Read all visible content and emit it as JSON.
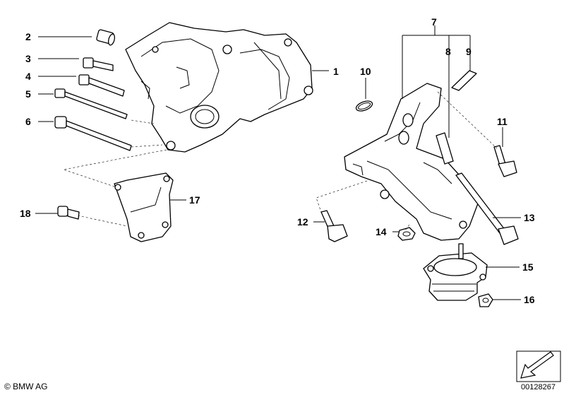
{
  "diagram": {
    "callouts": [
      "1",
      "2",
      "3",
      "4",
      "5",
      "6",
      "7",
      "8",
      "9",
      "10",
      "11",
      "12",
      "13",
      "14",
      "15",
      "16",
      "17",
      "18"
    ]
  },
  "footer": {
    "copyright": "© BMW AG",
    "code": "00128267"
  },
  "icons": {
    "corner_arrow": "arrow-southwest-icon"
  }
}
